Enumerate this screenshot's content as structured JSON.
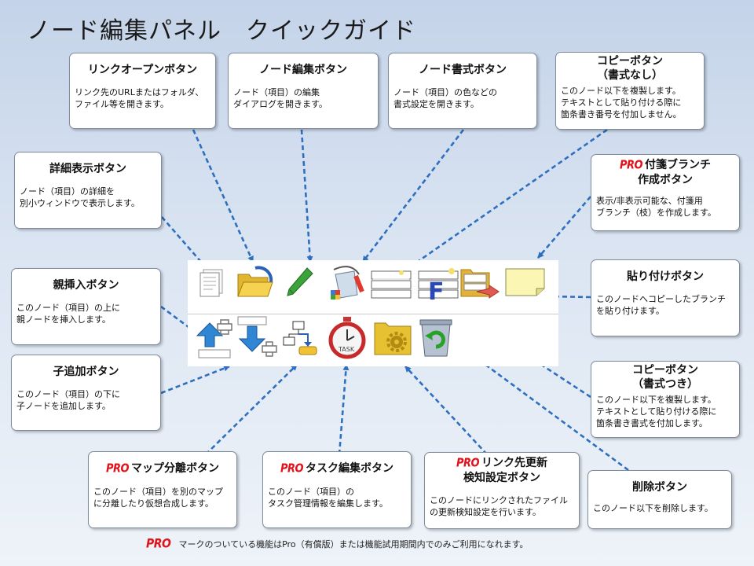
{
  "title": "ノード編集パネル　クイックガイド",
  "pro_mark": "PRO",
  "cards": {
    "link_open": {
      "title": "リンクオープンボタン",
      "desc": [
        "リンク先のURLまたはフォルダ、",
        "ファイル等を開きます。"
      ]
    },
    "node_edit": {
      "title": "ノード編集ボタン",
      "desc": [
        "ノード（項目）の編集",
        "ダイアログを開きます。"
      ]
    },
    "node_format": {
      "title": "ノード書式ボタン",
      "desc": [
        "ノード（項目）の色などの",
        "書式設定を開きます。"
      ]
    },
    "copy_plain": {
      "title": [
        "コピーボタン",
        "（書式なし）"
      ],
      "desc": [
        "このノード以下を複製します。",
        "テキストとして貼り付ける際に",
        "箇条書き番号を付加しません。"
      ]
    },
    "detail": {
      "title": "詳細表示ボタン",
      "desc": [
        "ノード（項目）の詳細を",
        "別小ウィンドウで表示します。"
      ]
    },
    "sticky": {
      "title": [
        "付箋ブランチ",
        "作成ボタン"
      ],
      "desc": [
        "表示/非表示可能な、付箋用",
        "ブランチ（枝）を作成します。"
      ]
    },
    "parent_insert": {
      "title": "親挿入ボタン",
      "desc": [
        "このノード（項目）の上に",
        "親ノードを挿入します。"
      ]
    },
    "paste": {
      "title": "貼り付けボタン",
      "desc": [
        "このノードへコピーしたブランチ",
        "を貼り付けます。"
      ]
    },
    "child_add": {
      "title": "子追加ボタン",
      "desc": [
        "このノード（項目）の下に",
        "子ノードを追加します。"
      ]
    },
    "copy_formatted": {
      "title": [
        "コピーボタン",
        "（書式つき）"
      ],
      "desc": [
        "このノード以下を複製します。",
        "テキストとして貼り付ける際に",
        "箇条書き書式を付加します。"
      ]
    },
    "map_split": {
      "title": "マップ分離ボタン",
      "desc": [
        "このノード（項目）を別のマップ",
        "に分離したり仮想合成します。"
      ]
    },
    "task_edit": {
      "title": "タスク編集ボタン",
      "desc": [
        "このノード（項目）の",
        "タスク管理情報を編集します。"
      ]
    },
    "link_watch": {
      "title": [
        "リンク先更新",
        "検知設定ボタン"
      ],
      "desc": [
        "このノードにリンクされたファイル",
        "の更新検知設定を行います。"
      ]
    },
    "delete": {
      "title": "削除ボタン",
      "desc": [
        "このノード以下を削除します。"
      ]
    }
  },
  "toolbar": {
    "row1": [
      "detail-icon",
      "folder-open-icon",
      "pencil-icon",
      "paint-bucket-icon",
      "copy-plain-icon",
      "copy-formatted-icon",
      "paste-icon",
      "sticky-note-icon"
    ],
    "row2": [
      "parent-insert-icon",
      "child-add-icon",
      "flowchart-icon",
      "stopwatch-task-icon",
      "gear-folder-icon",
      "recycle-bin-icon"
    ],
    "stopwatch_label": "TASK",
    "copy_formatted_letter": "F"
  },
  "footer": "マークのついている機能はPro（有償版）または機能試用期間内でのみご利用になれます。",
  "colors": {
    "leader_line": "#2e6fbf",
    "pro": "#e0131a",
    "card_border": "#7f8c9c"
  }
}
